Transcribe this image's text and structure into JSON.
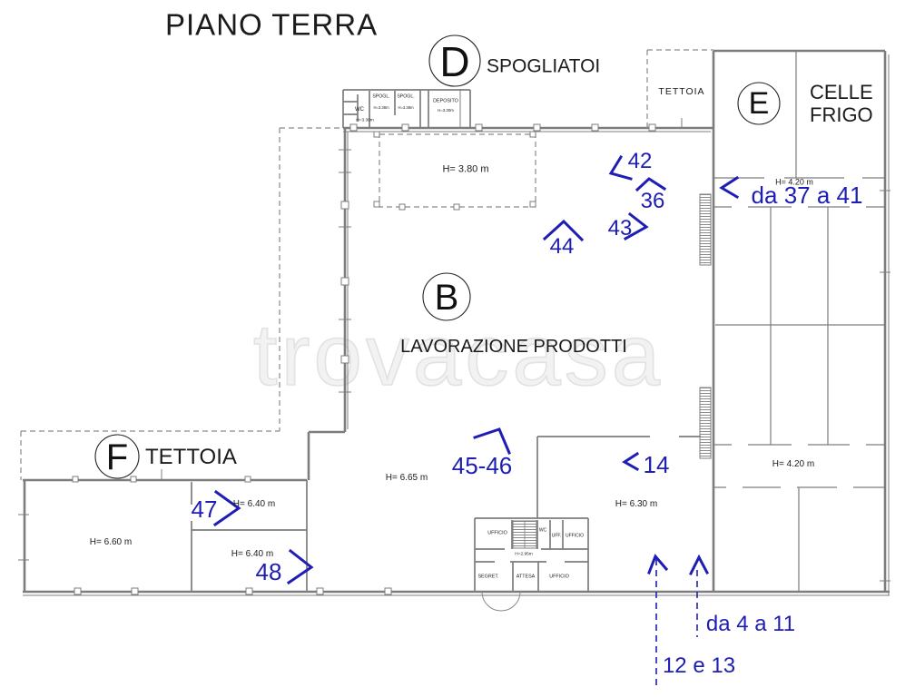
{
  "title": "PIANO TERRA",
  "watermark": "trovacasa",
  "colors": {
    "annotation": "#1e1eb4",
    "wall": "#7d7d7d",
    "text": "#1b1b1b",
    "watermark": "#e2e2e2"
  },
  "zones": {
    "d": {
      "letter": "D",
      "label": "SPOGLIATOI"
    },
    "e": {
      "letter": "E",
      "label1": "CELLE",
      "label2": "FRIGO"
    },
    "b": {
      "letter": "B",
      "label": "LAVORAZIONE PRODOTTI"
    },
    "f": {
      "letter": "F",
      "label": "TETTOIA"
    }
  },
  "small_rooms": {
    "wc": {
      "name": "WC",
      "height": "H=3.30m"
    },
    "spogl_1": {
      "name": "SPOGL.",
      "height": "H=3.38m"
    },
    "spogl_2": {
      "name": "SPOGL.",
      "height": "H=3.38m"
    },
    "deposito": {
      "name": "DEPOSITO",
      "height": "H=3.30m"
    },
    "tettoia_nord": "TETTOIA"
  },
  "heights": {
    "mezzanine": "H= 3.80 m",
    "corridor_top": "H= 4.20 m",
    "corridor_bottom": "H= 4.20 m",
    "hall_left": "H= 6.65 m",
    "hall_right": "H= 6.30 m",
    "f_main": "H= 6.60 m",
    "room_47": "H= 6.40 m",
    "room_48": "H= 6.40 m",
    "stairs": "H=2.95m"
  },
  "offices": {
    "ufficio_1": "UFFICIO",
    "wc": "WC",
    "uff": "UFF.",
    "ufficio_2": "UFFICIO",
    "segret": "SEGRET.",
    "attesa": "ATTESA",
    "ufficio_3": "UFFICIO"
  },
  "annotations": {
    "a42": "42",
    "a36": "36",
    "a43": "43",
    "a44": "44",
    "a45_46": "45-46",
    "a14": "14",
    "a47": "47",
    "a48": "48",
    "a37_41": "da 37 a 41",
    "a4_11": "da 4 a 11",
    "a12_13": "12 e 13"
  }
}
